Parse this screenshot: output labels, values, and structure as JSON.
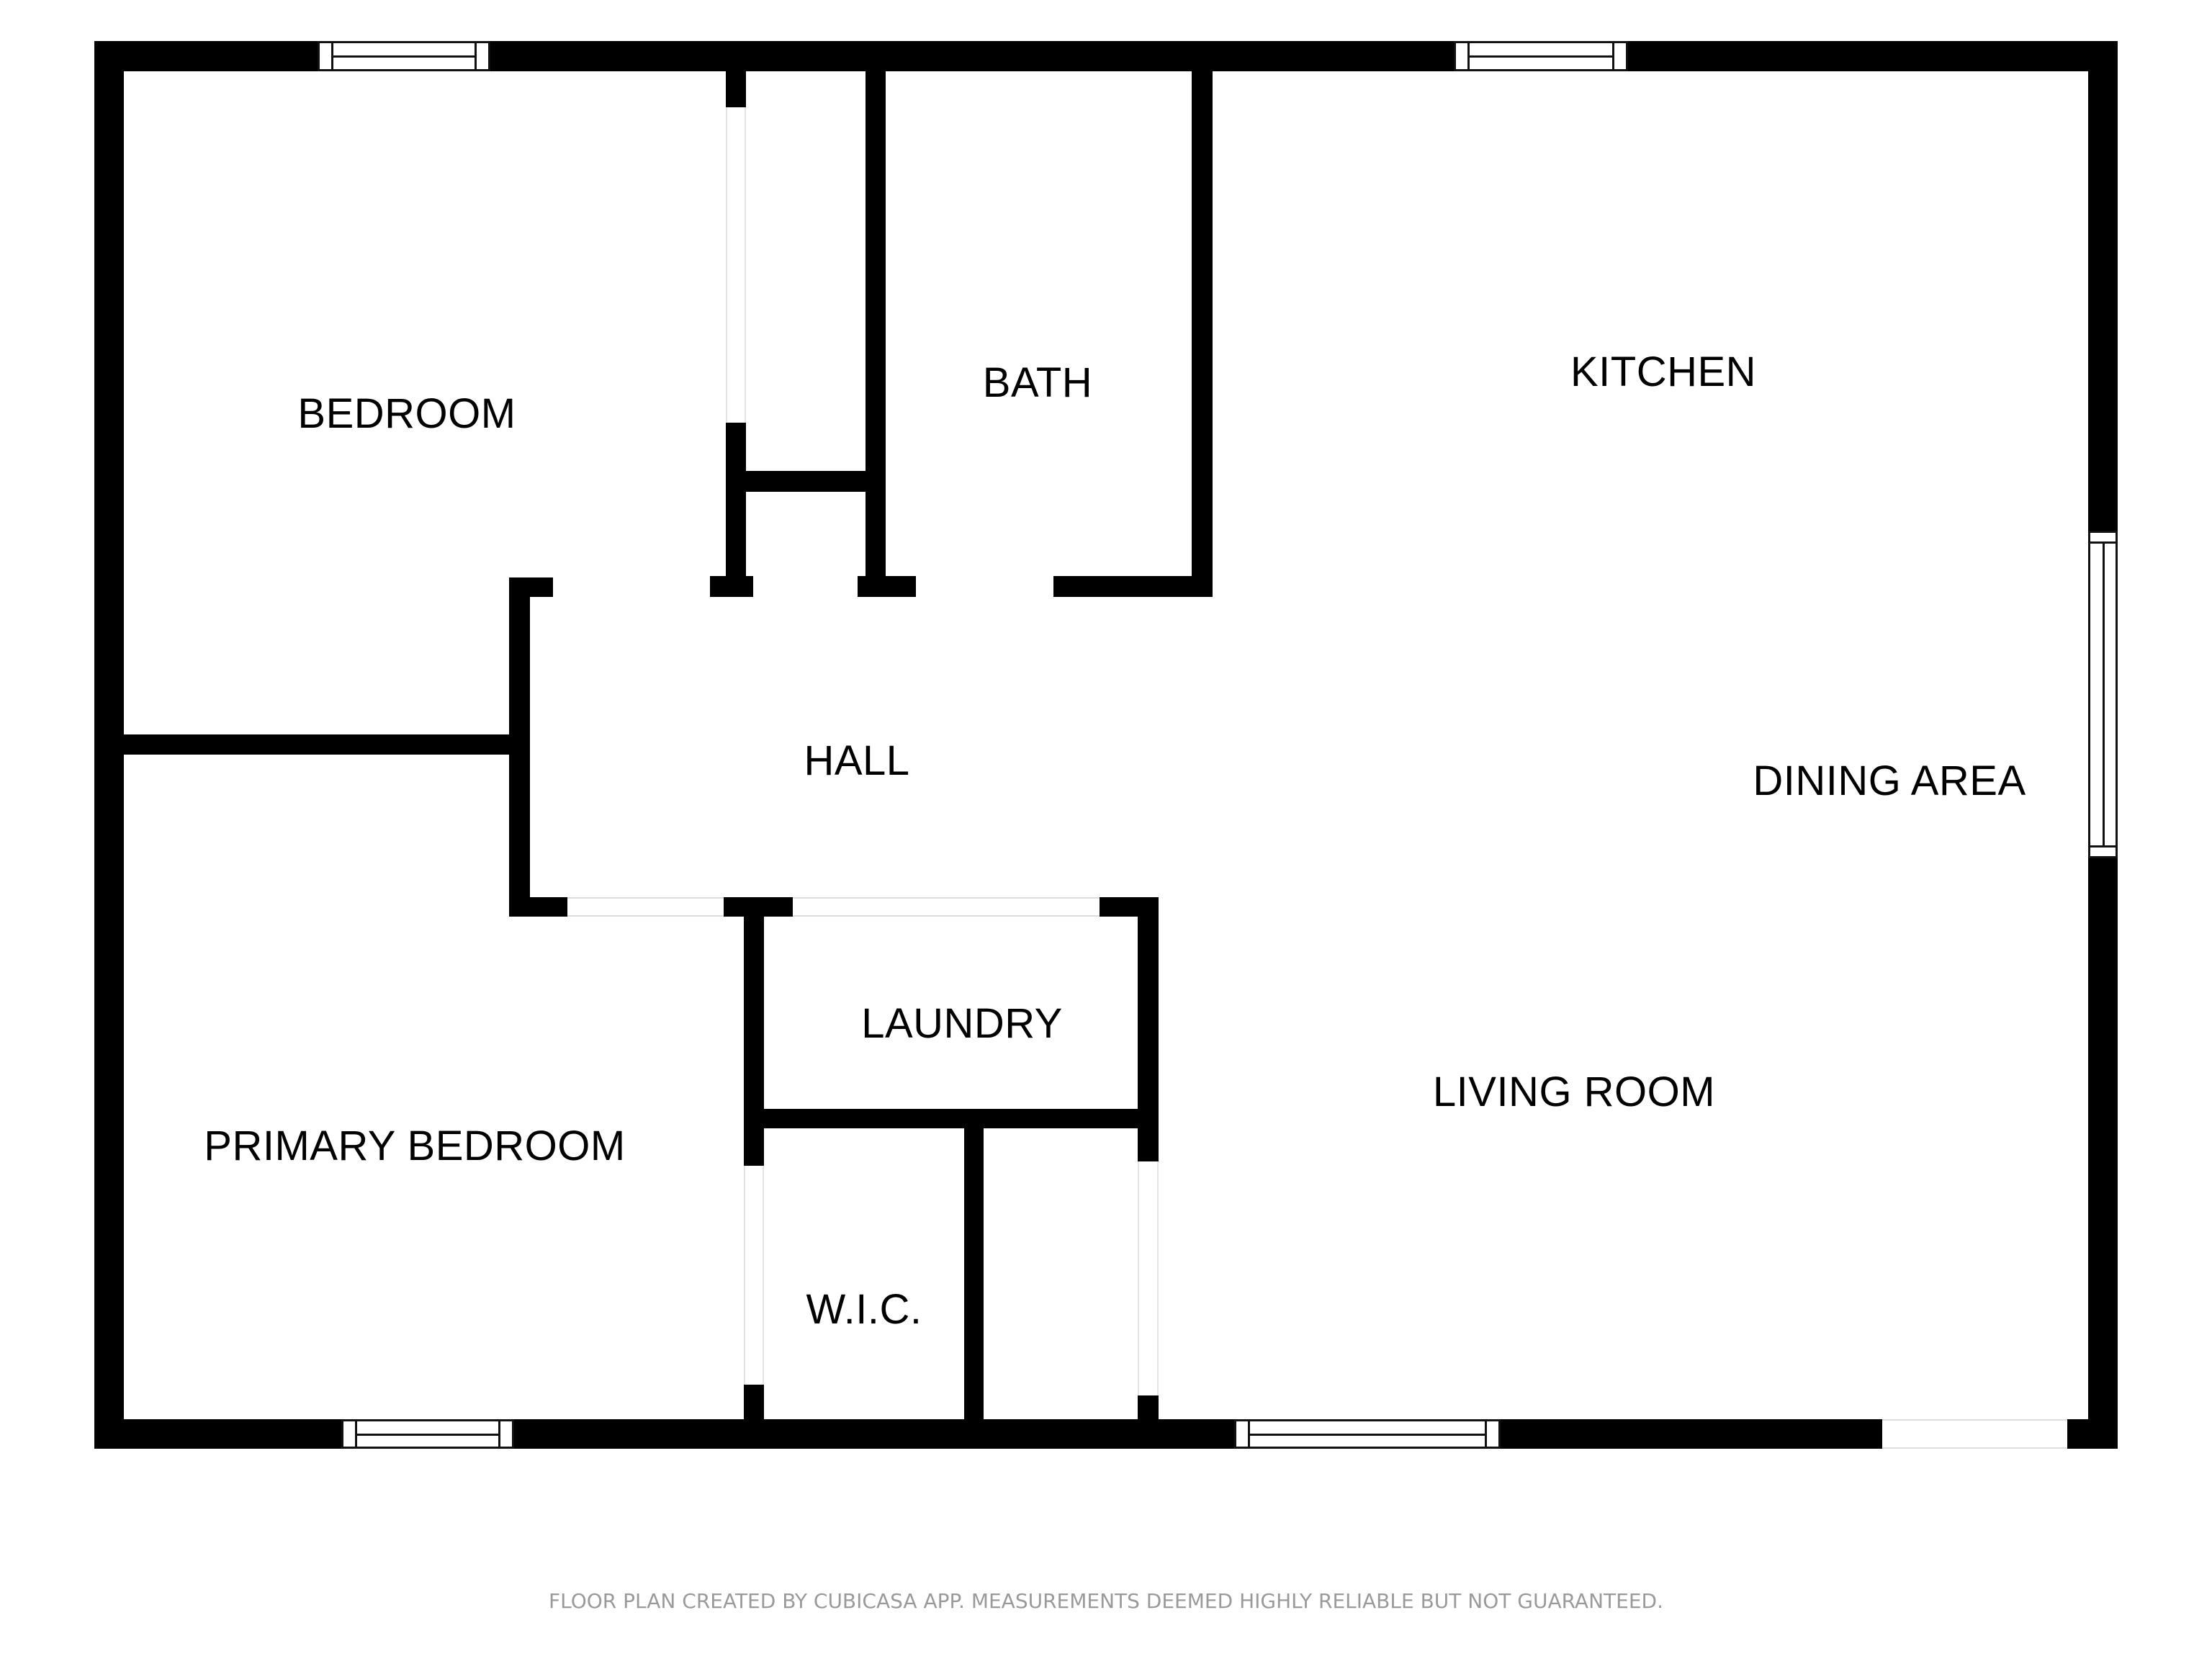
{
  "floor_plan": {
    "rooms": [
      {
        "id": "bedroom",
        "label": "BEDROOM"
      },
      {
        "id": "bath",
        "label": "BATH"
      },
      {
        "id": "kitchen",
        "label": "KITCHEN"
      },
      {
        "id": "hall",
        "label": "HALL"
      },
      {
        "id": "dining_area",
        "label": "DINING AREA"
      },
      {
        "id": "laundry",
        "label": "LAUNDRY"
      },
      {
        "id": "living_room",
        "label": "LIVING ROOM"
      },
      {
        "id": "primary_bedroom",
        "label": "PRIMARY BEDROOM"
      },
      {
        "id": "wic",
        "label": "W.I.C."
      }
    ],
    "colors": {
      "wall": "#000000",
      "background": "#ffffff",
      "footer_text": "#9a9a9a"
    }
  },
  "footer": {
    "disclaimer": "FLOOR PLAN CREATED BY CUBICASA APP. MEASUREMENTS DEEMED HIGHLY RELIABLE BUT NOT GUARANTEED."
  }
}
